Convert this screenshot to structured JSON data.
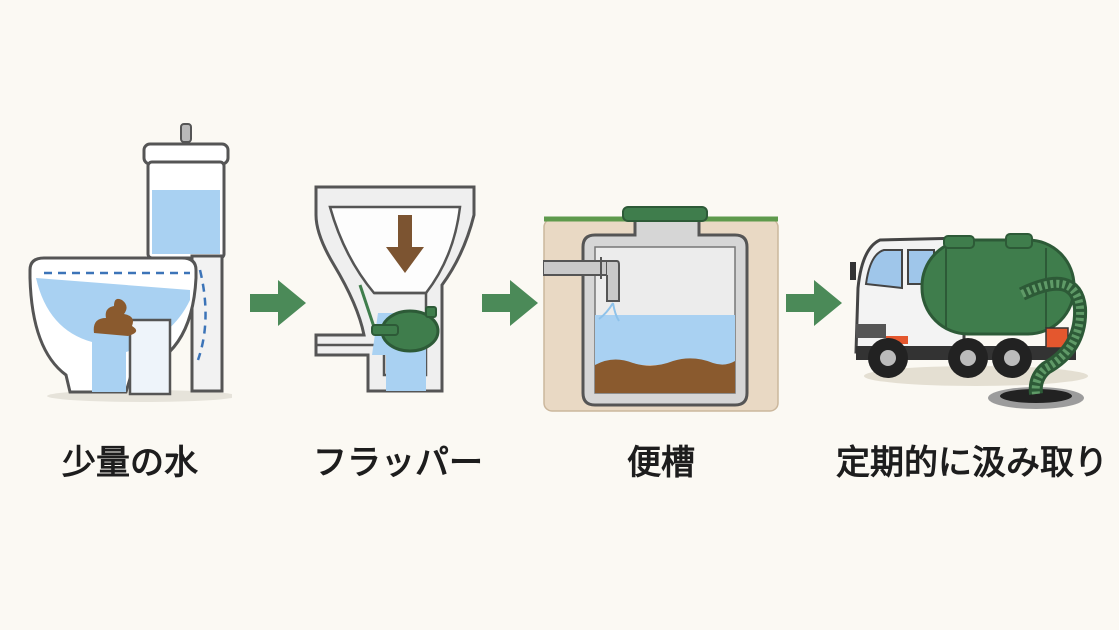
{
  "steps": [
    {
      "label": "少量の水",
      "icon": "toilet-icon"
    },
    {
      "label": "フラッパー",
      "icon": "flapper-icon"
    },
    {
      "label": "便槽",
      "icon": "septic-tank-icon"
    },
    {
      "label": "定期的に汲み取り",
      "icon": "vacuum-truck-icon"
    }
  ],
  "arrows": [
    "arrow-right-icon",
    "arrow-right-icon",
    "arrow-right-icon"
  ],
  "colors": {
    "background": "#fbf9f3",
    "water": "#a9d1f2",
    "waste": "#8a5a2e",
    "green": "#4b8a58",
    "tank_green": "#3f7d4c",
    "soil": "#e9d9c4",
    "outline": "#555555"
  }
}
